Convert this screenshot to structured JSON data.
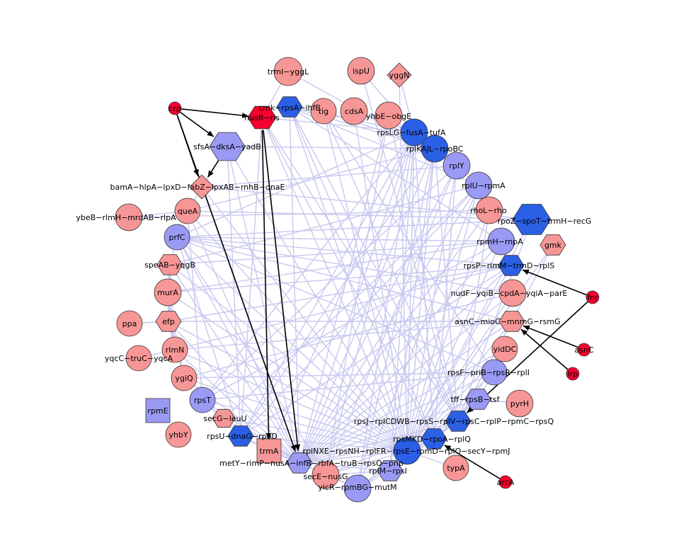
{
  "diagram": {
    "type": "network",
    "colors": {
      "edge": "#c8c8f0",
      "regulatory_edge": "#000000",
      "pink": "#f79696",
      "light_blue": "#9a9af5",
      "blue": "#2b5fe6",
      "red": "#f5002f",
      "stroke": "#333333"
    },
    "nodes": [
      {
        "id": "trml",
        "label": "trmI−yggL",
        "shape": "circle",
        "fill": "pink"
      },
      {
        "id": "ispU",
        "label": "ispU",
        "shape": "circle",
        "fill": "pink"
      },
      {
        "id": "yggN",
        "label": "yggN",
        "shape": "diamond",
        "fill": "pink"
      },
      {
        "id": "crp",
        "label": "crp",
        "shape": "circle",
        "fill": "red"
      },
      {
        "id": "nusB",
        "label": "nusB−ris",
        "shape": "hexagon",
        "fill": "red"
      },
      {
        "id": "cmk",
        "label": "cmk−rpsA−ihfB",
        "shape": "hexagon",
        "fill": "blue"
      },
      {
        "id": "tig",
        "label": "tig",
        "shape": "circle",
        "fill": "pink"
      },
      {
        "id": "cdsA",
        "label": "cdsA",
        "shape": "circle",
        "fill": "pink"
      },
      {
        "id": "yhbE",
        "label": "yhbE−obgE",
        "shape": "circle",
        "fill": "pink"
      },
      {
        "id": "rpsLG",
        "label": "rpsLG−fusA−tufA",
        "shape": "circle",
        "fill": "blue"
      },
      {
        "id": "sfsA",
        "label": "sfsA−dksA−yadB",
        "shape": "hexagon",
        "fill": "light_blue"
      },
      {
        "id": "rplKAJL",
        "label": "rplKAJL−rpoBC",
        "shape": "circle",
        "fill": "blue"
      },
      {
        "id": "rplY",
        "label": "rplY",
        "shape": "circle",
        "fill": "light_blue"
      },
      {
        "id": "bamA",
        "label": "bamA−hlpA−lpxD−fabZ−lpxAB−rnhB−dnaE",
        "shape": "diamond",
        "fill": "pink"
      },
      {
        "id": "rplU",
        "label": "rplU−rpmA",
        "shape": "circle",
        "fill": "light_blue"
      },
      {
        "id": "rhoL",
        "label": "rhoL−rho",
        "shape": "circle",
        "fill": "pink"
      },
      {
        "id": "ybeB",
        "label": "ybeB−rlmH−mrdAB−rlpA",
        "shape": "circle",
        "fill": "pink"
      },
      {
        "id": "queA",
        "label": "queA",
        "shape": "circle",
        "fill": "pink"
      },
      {
        "id": "rpoZ",
        "label": "rpoZ−spoT−trmH−recG",
        "shape": "hexagon",
        "fill": "blue"
      },
      {
        "id": "prfC",
        "label": "prfC",
        "shape": "circle",
        "fill": "light_blue"
      },
      {
        "id": "rpmH",
        "label": "rpmH−rnpA",
        "shape": "circle",
        "fill": "light_blue"
      },
      {
        "id": "gmk",
        "label": "gmk",
        "shape": "hexagon",
        "fill": "pink"
      },
      {
        "id": "speAB",
        "label": "speAB−yqgB",
        "shape": "hexagon",
        "fill": "pink"
      },
      {
        "id": "rpsP",
        "label": "rpsP−rimM−trmD−rplS",
        "shape": "hexagon",
        "fill": "blue"
      },
      {
        "id": "murA",
        "label": "murA",
        "shape": "circle",
        "fill": "pink"
      },
      {
        "id": "nudF",
        "label": "nudF−yqiB−cpdA−yqiA−parE",
        "shape": "circle",
        "fill": "pink"
      },
      {
        "id": "fnr",
        "label": "fnr",
        "shape": "circle",
        "fill": "red"
      },
      {
        "id": "ppa",
        "label": "ppa",
        "shape": "circle",
        "fill": "pink"
      },
      {
        "id": "efp",
        "label": "efp",
        "shape": "hexagon",
        "fill": "pink"
      },
      {
        "id": "asnC_mioC",
        "label": "asnC−mioC−mnmG−rsmG",
        "shape": "hexagon",
        "fill": "pink"
      },
      {
        "id": "yidDC",
        "label": "yidDC",
        "shape": "circle",
        "fill": "pink"
      },
      {
        "id": "asnC",
        "label": "asnC",
        "shape": "circle",
        "fill": "red"
      },
      {
        "id": "yqcC",
        "label": "yqcC−truC−yqcA",
        "shape": "circle",
        "fill": "pink"
      },
      {
        "id": "rlmN",
        "label": "rlmN",
        "shape": "circle",
        "fill": "pink"
      },
      {
        "id": "rpsF",
        "label": "rpsF−priB−rpsR−rplI",
        "shape": "circle",
        "fill": "light_blue"
      },
      {
        "id": "lrp",
        "label": "lrp",
        "shape": "circle",
        "fill": "red"
      },
      {
        "id": "ygiQ",
        "label": "ygiQ",
        "shape": "circle",
        "fill": "pink"
      },
      {
        "id": "rpsT",
        "label": "rpsT",
        "shape": "circle",
        "fill": "light_blue"
      },
      {
        "id": "tff",
        "label": "tff−rpsB−tsf",
        "shape": "hexagon",
        "fill": "light_blue"
      },
      {
        "id": "pyrH",
        "label": "pyrH",
        "shape": "circle",
        "fill": "pink"
      },
      {
        "id": "rpmE",
        "label": "rpmE",
        "shape": "square",
        "fill": "light_blue"
      },
      {
        "id": "secG",
        "label": "secG−leuU",
        "shape": "hexagon",
        "fill": "pink"
      },
      {
        "id": "rpsJ",
        "label": "rpsJ−rplCDWB−rpsS−rplV−rpsC−rplP−rpmC−rpsQ",
        "shape": "hexagon",
        "fill": "blue"
      },
      {
        "id": "yhbY",
        "label": "yhbY",
        "shape": "circle",
        "fill": "pink"
      },
      {
        "id": "rpsU",
        "label": "rpsU−dnaG−rpoD",
        "shape": "hexagon",
        "fill": "blue"
      },
      {
        "id": "rpsMKD",
        "label": "rpsMKD−rpoA−rplQ",
        "shape": "hexagon",
        "fill": "blue"
      },
      {
        "id": "trmA",
        "label": "trmA",
        "shape": "square",
        "fill": "pink"
      },
      {
        "id": "rplNXE",
        "label": "rplNXE−rpsNH−rplFR−rpsE−rpmD−rplO−secY−rpmJ",
        "shape": "circle",
        "fill": "blue"
      },
      {
        "id": "metY",
        "label": "metY−rimP−nusA−infB−rbfA−truB−rpsO−pnp",
        "shape": "hexagon",
        "fill": "light_blue"
      },
      {
        "id": "typA",
        "label": "typA",
        "shape": "circle",
        "fill": "pink"
      },
      {
        "id": "rplM",
        "label": "rplM−rpsI",
        "shape": "hexagon",
        "fill": "light_blue"
      },
      {
        "id": "secE",
        "label": "secE−nusG",
        "shape": "circle",
        "fill": "pink"
      },
      {
        "id": "arcA",
        "label": "arcA",
        "shape": "circle",
        "fill": "red"
      },
      {
        "id": "yicR",
        "label": "yicR−rpmBG−mutM",
        "shape": "circle",
        "fill": "light_blue"
      }
    ],
    "edges": [
      [
        "trml",
        "nusB"
      ],
      [
        "trml",
        "rplY"
      ],
      [
        "ispU",
        "rpsLG"
      ],
      [
        "ispU",
        "rpsJ"
      ],
      [
        "yggN",
        "rpsLG"
      ],
      [
        "yggN",
        "rplNXE"
      ],
      [
        "cmk",
        "rpsLG"
      ],
      [
        "cmk",
        "rplKAJL"
      ],
      [
        "cmk",
        "rpsJ"
      ],
      [
        "cmk",
        "rplNXE"
      ],
      [
        "cmk",
        "rpsMKD"
      ],
      [
        "cmk",
        "metY"
      ],
      [
        "cmk",
        "rplU"
      ],
      [
        "cmk",
        "rpmH"
      ],
      [
        "tig",
        "rpsJ"
      ],
      [
        "tig",
        "rplNXE"
      ],
      [
        "tig",
        "rpsF"
      ],
      [
        "tig",
        "rplKAJL"
      ],
      [
        "cdsA",
        "rpsLG"
      ],
      [
        "cdsA",
        "rplNXE"
      ],
      [
        "yhbE",
        "rpsJ"
      ],
      [
        "yhbE",
        "metY"
      ],
      [
        "yhbE",
        "secE"
      ],
      [
        "rpsLG",
        "rplNXE"
      ],
      [
        "rpsLG",
        "metY"
      ],
      [
        "rpsLG",
        "rpsMKD"
      ],
      [
        "rpsLG",
        "rplM"
      ],
      [
        "rpsLG",
        "yicR"
      ],
      [
        "rpsLG",
        "secE"
      ],
      [
        "rpsLG",
        "trmA"
      ],
      [
        "rpsLG",
        "rpsU"
      ],
      [
        "rpsLG",
        "rpsT"
      ],
      [
        "rpsLG",
        "prfC"
      ],
      [
        "rplKAJL",
        "rplNXE"
      ],
      [
        "rplKAJL",
        "rpsJ"
      ],
      [
        "rplKAJL",
        "metY"
      ],
      [
        "rplKAJL",
        "rplM"
      ],
      [
        "rplKAJL",
        "yicR"
      ],
      [
        "rplKAJL",
        "rpsU"
      ],
      [
        "rplKAJL",
        "sfsA"
      ],
      [
        "rplKAJL",
        "queA"
      ],
      [
        "rplY",
        "rplNXE"
      ],
      [
        "rplY",
        "metY"
      ],
      [
        "rplY",
        "rpsMKD"
      ],
      [
        "rplY",
        "secE"
      ],
      [
        "rplY",
        "rpsT"
      ],
      [
        "rplY",
        "bamA"
      ],
      [
        "rplU",
        "rplNXE"
      ],
      [
        "rplU",
        "metY"
      ],
      [
        "rplU",
        "rpsU"
      ],
      [
        "rplU",
        "yicR"
      ],
      [
        "rplU",
        "secG"
      ],
      [
        "rplU",
        "speAB"
      ],
      [
        "rhoL",
        "rpsJ"
      ],
      [
        "rhoL",
        "rplNXE"
      ],
      [
        "rhoL",
        "metY"
      ],
      [
        "rhoL",
        "ybeB"
      ],
      [
        "rpoZ",
        "rpsJ"
      ],
      [
        "rpoZ",
        "rplNXE"
      ],
      [
        "rpoZ",
        "prfC"
      ],
      [
        "rpoZ",
        "queA"
      ],
      [
        "rpoZ",
        "bamA"
      ],
      [
        "rpmH",
        "rplNXE"
      ],
      [
        "rpmH",
        "metY"
      ],
      [
        "rpmH",
        "rpsT"
      ],
      [
        "rpmH",
        "prfC"
      ],
      [
        "rpmH",
        "speAB"
      ],
      [
        "rpmH",
        "murA"
      ],
      [
        "gmk",
        "rpsJ"
      ],
      [
        "gmk",
        "rplNXE"
      ],
      [
        "rpsP",
        "rplNXE"
      ],
      [
        "rpsP",
        "metY"
      ],
      [
        "rpsP",
        "rpsU"
      ],
      [
        "rpsP",
        "prfC"
      ],
      [
        "rpsP",
        "murA"
      ],
      [
        "rpsP",
        "efp"
      ],
      [
        "rpsP",
        "rlmN"
      ],
      [
        "nudF",
        "rplNXE"
      ],
      [
        "nudF",
        "metY"
      ],
      [
        "nudF",
        "prfC"
      ],
      [
        "nudF",
        "ygiQ"
      ],
      [
        "asnC_mioC",
        "rplNXE"
      ],
      [
        "asnC_mioC",
        "metY"
      ],
      [
        "asnC_mioC",
        "efp"
      ],
      [
        "asnC_mioC",
        "rlmN"
      ],
      [
        "asnC_mioC",
        "prfC"
      ],
      [
        "yidDC",
        "rplNXE"
      ],
      [
        "yidDC",
        "rpsJ"
      ],
      [
        "yidDC",
        "metY"
      ],
      [
        "rpsF",
        "rplNXE"
      ],
      [
        "rpsF",
        "metY"
      ],
      [
        "rpsF",
        "rpsT"
      ],
      [
        "rpsF",
        "prfC"
      ],
      [
        "rpsF",
        "ygiQ"
      ],
      [
        "tff",
        "rplNXE"
      ],
      [
        "tff",
        "metY"
      ],
      [
        "tff",
        "rpsJ"
      ],
      [
        "tff",
        "rpsMKD"
      ],
      [
        "tff",
        "rpsF"
      ],
      [
        "pyrH",
        "tff"
      ],
      [
        "prfC",
        "metY"
      ],
      [
        "prfC",
        "rplNXE"
      ],
      [
        "prfC",
        "rpsU"
      ],
      [
        "prfC",
        "secE"
      ],
      [
        "prfC",
        "speAB"
      ],
      [
        "queA",
        "metY"
      ],
      [
        "queA",
        "rplNXE"
      ],
      [
        "queA",
        "rpsT"
      ],
      [
        "speAB",
        "rplNXE"
      ],
      [
        "speAB",
        "metY"
      ],
      [
        "speAB",
        "murA"
      ],
      [
        "speAB",
        "efp"
      ],
      [
        "speAB",
        "rlmN"
      ],
      [
        "murA",
        "rplNXE"
      ],
      [
        "murA",
        "efp"
      ],
      [
        "murA",
        "rlmN"
      ],
      [
        "murA",
        "ygiQ"
      ],
      [
        "efp",
        "rplNXE"
      ],
      [
        "efp",
        "metY"
      ],
      [
        "efp",
        "ppa"
      ],
      [
        "efp",
        "rlmN"
      ],
      [
        "efp",
        "ygiQ"
      ],
      [
        "rlmN",
        "yqcC"
      ],
      [
        "rlmN",
        "rplNXE"
      ],
      [
        "rlmN",
        "metY"
      ],
      [
        "ygiQ",
        "rplNXE"
      ],
      [
        "ygiQ",
        "metY"
      ],
      [
        "rpsT",
        "rplNXE"
      ],
      [
        "rpsT",
        "metY"
      ],
      [
        "rpsT",
        "secG"
      ],
      [
        "rpsT",
        "rpsU"
      ],
      [
        "secG",
        "rpsU"
      ],
      [
        "secG",
        "metY"
      ],
      [
        "secG",
        "rplNXE"
      ],
      [
        "rpsU",
        "trmA"
      ],
      [
        "rpsU",
        "metY"
      ],
      [
        "rpsU",
        "rplNXE"
      ],
      [
        "sfsA",
        "rpsU"
      ],
      [
        "sfsA",
        "metY"
      ],
      [
        "sfsA",
        "bamA"
      ],
      [
        "sfsA",
        "rplNXE"
      ],
      [
        "bamA",
        "queA"
      ],
      [
        "bamA",
        "rplNXE"
      ],
      [
        "bamA",
        "metY"
      ],
      [
        "rpsJ",
        "rplNXE"
      ],
      [
        "rpsJ",
        "rpsMKD"
      ],
      [
        "rpsJ",
        "metY"
      ],
      [
        "rpsJ",
        "rplM"
      ],
      [
        "rpsJ",
        "yicR"
      ],
      [
        "rpsJ",
        "secE"
      ],
      [
        "rpsMKD",
        "rplNXE"
      ],
      [
        "rpsMKD",
        "metY"
      ],
      [
        "rpsMKD",
        "rplM"
      ],
      [
        "rplNXE",
        "metY"
      ],
      [
        "rplNXE",
        "rplM"
      ],
      [
        "rplNXE",
        "yicR"
      ],
      [
        "rplNXE",
        "secE"
      ],
      [
        "rplNXE",
        "typA"
      ],
      [
        "metY",
        "secE"
      ],
      [
        "metY",
        "yicR"
      ],
      [
        "metY",
        "trmA"
      ],
      [
        "metY",
        "rplM"
      ],
      [
        "rplM",
        "yicR"
      ],
      [
        "rplM",
        "secE"
      ],
      [
        "yicR",
        "secE"
      ],
      [
        "nusB",
        "metY"
      ],
      [
        "nusB",
        "rplNXE"
      ],
      [
        "nusB",
        "rpsJ"
      ],
      [
        "nusB",
        "rpsLG"
      ],
      [
        "nusB",
        "rpsMKD"
      ],
      [
        "nusB",
        "rpsU"
      ],
      [
        "ybeB",
        "queA"
      ],
      [
        "ppa",
        "efp"
      ],
      [
        "yqcC",
        "rlmN"
      ]
    ],
    "regulatory_edges": [
      [
        "crp",
        "nusB"
      ],
      [
        "crp",
        "sfsA"
      ],
      [
        "crp",
        "metY"
      ],
      [
        "crp",
        "bamA"
      ],
      [
        "nusB",
        "trmA"
      ],
      [
        "nusB",
        "metY"
      ],
      [
        "sfsA",
        "bamA"
      ],
      [
        "fnr",
        "rpsP"
      ],
      [
        "fnr",
        "rpsJ"
      ],
      [
        "asnC",
        "asnC_mioC"
      ],
      [
        "lrp",
        "asnC_mioC"
      ],
      [
        "arcA",
        "rpsMKD"
      ]
    ]
  }
}
